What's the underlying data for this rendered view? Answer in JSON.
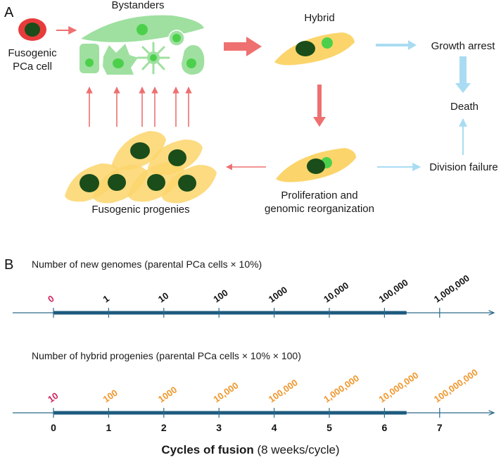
{
  "panel_a": {
    "panel_letter": "A",
    "fusogenic_cell_label": [
      "Fusogenic",
      "PCa cell"
    ],
    "bystanders_label": "Bystanders",
    "hybrid_label": "Hybrid",
    "growth_arrest_label": "Growth arrest",
    "death_label": "Death",
    "division_failure_label": "Division failure",
    "proliferation_label": [
      "Proliferation and",
      "genomic reorganization"
    ],
    "progenies_label": "Fusogenic progenies",
    "colors": {
      "fusogenic_outer": "#e83b3b",
      "nucleus_dark": "#1a4d1a",
      "bystander_fill": "#9fe0a0",
      "bystander_nucleus": "#4cd04c",
      "hybrid_fill": "#fbd56b",
      "red_arrow": "#ee7070",
      "blue_arrow": "#a9dcf2"
    }
  },
  "panel_b": {
    "panel_letter": "B",
    "top_title": "Number of new genomes (parental PCa cells × 10%)",
    "bottom_title": "Number of hybrid progenies (parental PCa cells × 10% × 100)",
    "axis_title_bold": "Cycles of fusion",
    "axis_title_rest": " (8 weeks/cycle)",
    "colors": {
      "axis": "#2d6b8a",
      "bar": "#1d5b7e",
      "first_label": "#d0245a",
      "genome_label": "#111111",
      "hybrid_label": "#f0962a"
    }
  },
  "chart_data": [
    {
      "type": "line",
      "title": "Number of new genomes (parental PCa cells × 10%)",
      "x": [
        0,
        1,
        2,
        3,
        4,
        5,
        6,
        7
      ],
      "labels": [
        "0",
        "1",
        "10",
        "100",
        "1000",
        "10,000",
        "100,000",
        "1,000,000"
      ],
      "bar_extent": [
        0,
        6.4
      ]
    },
    {
      "type": "line",
      "title": "Number of hybrid progenies (parental PCa cells × 10% × 100)",
      "x": [
        0,
        1,
        2,
        3,
        4,
        5,
        6,
        7
      ],
      "labels": [
        "10",
        "100",
        "1000",
        "10,000",
        "100,000",
        "1,000,000",
        "10,000,000",
        "100,000,000"
      ],
      "bar_extent": [
        0,
        6.4
      ],
      "xlabel": "Cycles of fusion (8 weeks/cycle)",
      "xticks": [
        "0",
        "1",
        "2",
        "3",
        "4",
        "5",
        "6",
        "7"
      ]
    }
  ]
}
